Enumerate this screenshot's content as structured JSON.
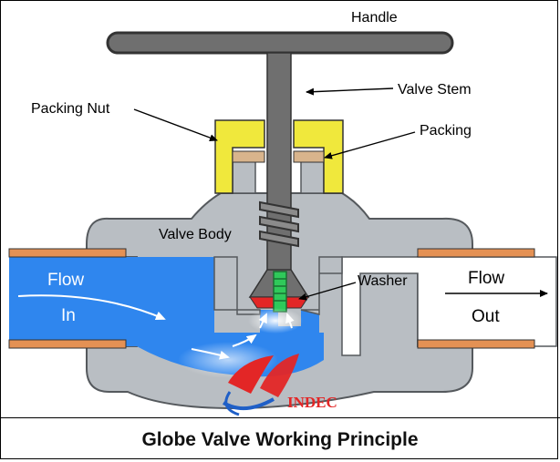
{
  "labels": {
    "handle": "Handle",
    "valve_stem": "Valve Stem",
    "packing_nut": "Packing Nut",
    "packing": "Packing",
    "valve_body": "Valve Body",
    "washer": "Washer",
    "flow_in_1": "Flow",
    "flow_in_2": "In",
    "flow_out_1": "Flow",
    "flow_out_2": "Out"
  },
  "watermark": "INDEC",
  "title": "Globe Valve Working Principle",
  "colors": {
    "body": "#b9bec3",
    "body_stroke": "#55595d",
    "fluid": "#2f86ee",
    "pipe_flange": "#e49154",
    "packing_nut": "#f0e83c",
    "packing": "#d8b48c",
    "washer": "#e32626",
    "disc_pin": "#2fc95a",
    "handle": "#6f6f6f"
  }
}
